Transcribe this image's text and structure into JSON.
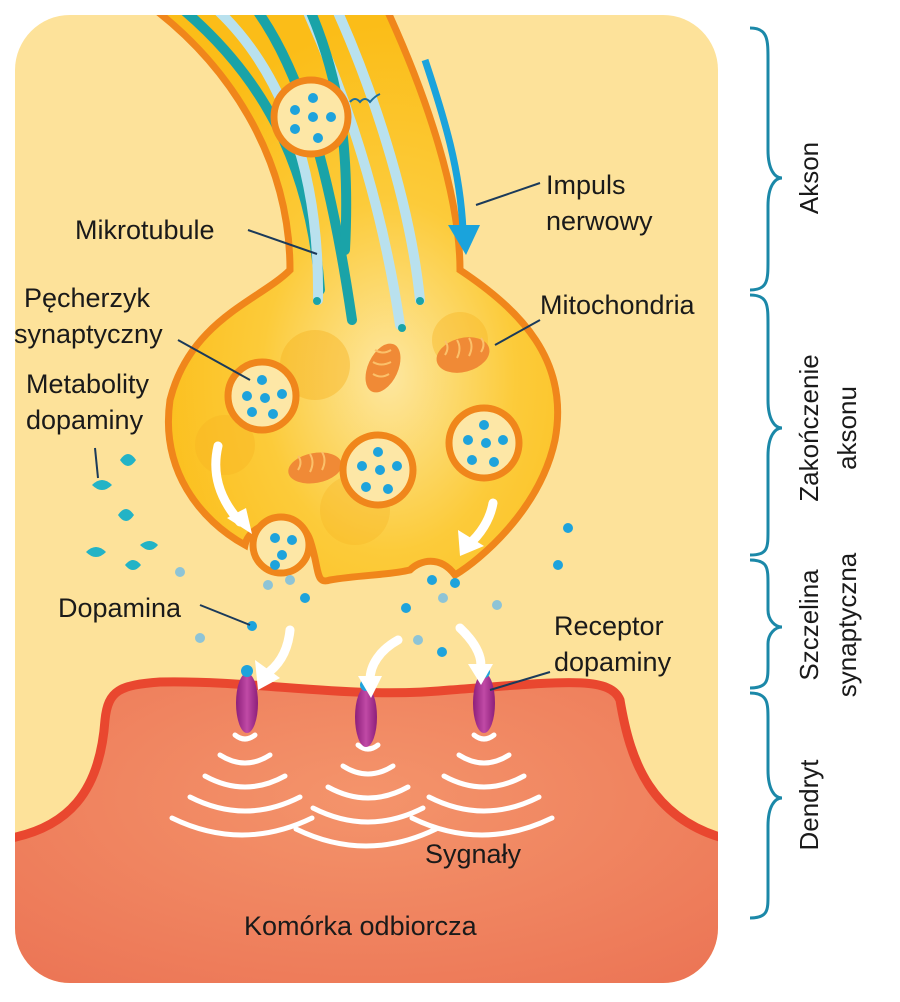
{
  "title": "Synapsa dopaminergiczna",
  "labels": {
    "mikrotubule": "Mikrotubule",
    "impuls_line1": "Impuls",
    "impuls_line2": "nerwowy",
    "pecherzyk_line1": "Pęcherzyk",
    "pecherzyk_line2": "synaptyczny",
    "mitochondria": "Mitochondria",
    "metabolity_line1": "Metabolity",
    "metabolity_line2": "dopaminy",
    "dopamina": "Dopamina",
    "receptor_line1": "Receptor",
    "receptor_line2": "dopaminy",
    "sygnaly": "Sygnały",
    "komorka": "Komórka odbiorcza"
  },
  "regions": [
    {
      "line1": "Akson",
      "line2": ""
    },
    {
      "line1": "Zakończenie",
      "line2": "aksonu"
    },
    {
      "line1": "Szczelina",
      "line2": "synaptyczna"
    },
    {
      "line1": "Dendryt",
      "line2": ""
    }
  ],
  "colors": {
    "background": "#fde29a",
    "axon_fill": "#fbbf1a",
    "axon_outline": "#f0861b",
    "microtubule_dark": "#1aa3a8",
    "microtubule_light": "#b9e1ee",
    "dopamine": "#1ea3dc",
    "metabolite": "#23b3c6",
    "dendrite_fill": "#f0855e",
    "dendrite_outline": "#e9472f",
    "receptor": "#a8288e",
    "mitochondria": "#f08a36",
    "bracket": "#1b88a8",
    "impulse_arrow": "#1aa3dc"
  }
}
